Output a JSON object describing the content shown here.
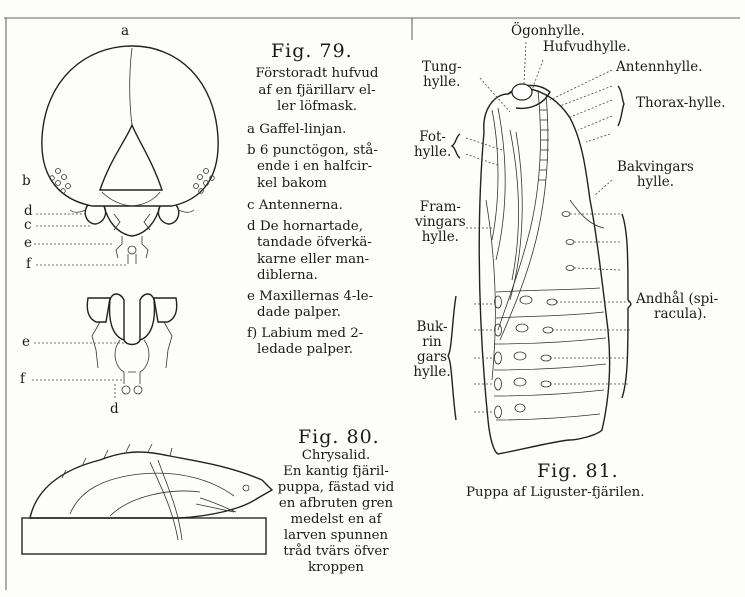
{
  "fig79": {
    "title": "Fig. 79.",
    "caption_lines": [
      "Förstoradt hufvud",
      "af en fjärillarv el-",
      "ler löfmask."
    ],
    "items": [
      [
        "a Gaffel-linjan."
      ],
      [
        "b 6 punctögon, stå-",
        "ende i en halfcir-",
        "kel bakom"
      ],
      [
        "c Antennerna."
      ],
      [
        "d De hornartade,",
        "tandade öfverkä-",
        "karne eller man-",
        "diblerna."
      ],
      [
        "e Maxillernas 4-le-",
        "dade palper."
      ],
      [
        "f) Labium med 2-",
        "ledade palper."
      ]
    ],
    "head_labels": {
      "a": "a",
      "b": "b",
      "d": "d",
      "c": "c",
      "e": "e",
      "f": "f"
    },
    "mouth_labels": {
      "e": "e",
      "f": "f",
      "d": "d"
    }
  },
  "fig80": {
    "title": "Fig. 80.",
    "caption_lines": [
      "Chrysalid.",
      "En kantig fjäril-",
      "puppa, fästad vid",
      "en afbruten gren",
      "medelst en af",
      "larven spunnen",
      "tråd tvärs öfver",
      "kroppen"
    ]
  },
  "fig81": {
    "title": "Fig. 81.",
    "caption": "Puppa af Liguster-fjärilen.",
    "labels": {
      "ogonhylle": "Ögonhylle.",
      "hufvudhylle": "Hufvudhylle.",
      "antennhylle": "Antennhylle.",
      "tunghylle": [
        "Tung-",
        "hylle."
      ],
      "thoraxhylle": "Thorax-hylle.",
      "fothylle": [
        "Fot-",
        "hylle."
      ],
      "bakvingars": [
        "Bakvingars",
        "hylle."
      ],
      "framvingars": [
        "Fram-",
        "vingars",
        "hylle."
      ],
      "andhal": [
        "Andhål (spi-",
        "racula)."
      ],
      "bukringars": [
        "Buk-",
        "rin",
        "gars",
        "hylle."
      ]
    }
  }
}
